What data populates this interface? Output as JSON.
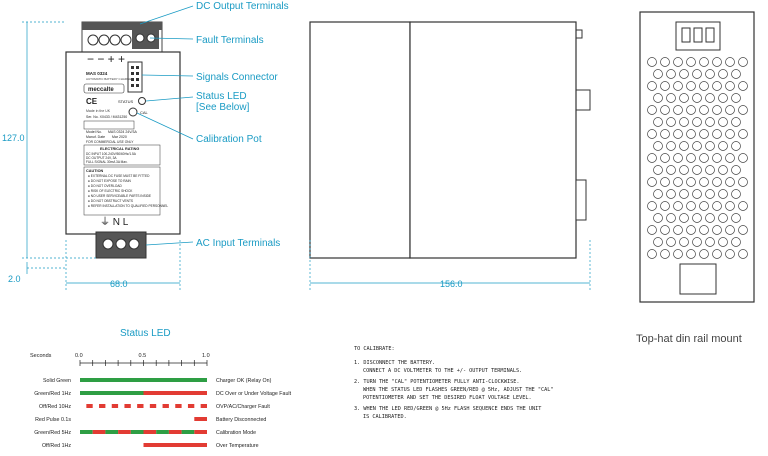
{
  "callouts": {
    "dc_output": "DC Output Terminals",
    "fault": "Fault Terminals",
    "signals": "Signals Connector",
    "status_led_1": "Status LED",
    "status_led_2": "[See Below]",
    "calibration": "Calibration Pot",
    "ac_input": "AC Input Terminals"
  },
  "dimensions": {
    "height": "127.0",
    "width_front": "68.0",
    "width_side": "156.0",
    "offset": "2.0"
  },
  "label_plate": {
    "brand": "meccalte",
    "model_line_1": "MAS 0324",
    "model_line_2": "AUTOMATIC BATTERY CHARGER",
    "made_in": "Made in the UK",
    "ser_no": "Ser. No. X0433 / M431250",
    "model_no_label": "Model No.",
    "model_no_value": "MAS 0324 24V/3A",
    "manuf_label": "Manuf. Date",
    "manuf_value": "Mar 2020",
    "commercial": "FOR COMMERCIAL USE ONLY",
    "rating_title": "ELECTRICAL RATING",
    "rating_rows": [
      "DC INPUT    100-240V/50/60Hz/1.5A",
      "DC OUTPUT   24V, 3A",
      "FULL SIGNAL 30mA 3A Max."
    ],
    "caution_title": "CAUTION",
    "caution_rows": [
      "EXTERNAL DC FUSE MUST BE FITTED",
      "DO NOT EXPOSE TO RAIN",
      "DO NOT OVERLOAD",
      "RISK OF ELECTRIC SHOCK",
      "NO USER SERVICEABLE PARTS INSIDE",
      "DO NOT OBSTRUCT VENTS",
      "REFER INSTALLATION TO QUALIFIED PERSONNEL"
    ],
    "status_label": "STATUS",
    "cal_label": "CAL",
    "terminal_marks": "− − + +",
    "ac_marks": "⏚ N L"
  },
  "top_view_caption": "Top-hat din rail mount",
  "status_led": {
    "title": "Status LED",
    "seconds_label": "Seconds",
    "ticks": [
      "0.0",
      "0.5",
      "1.0"
    ],
    "rows": [
      {
        "name": "Solid Green",
        "meaning": "Charger OK (Relay On)",
        "pattern": "solid-green"
      },
      {
        "name": "Green/Red 1Hz",
        "meaning": "DC Over or Under Voltage Fault",
        "pattern": "green-red-1hz"
      },
      {
        "name": "Off/Red 10Hz",
        "meaning": "OVP/AC/Charger Fault",
        "pattern": "off-red-10hz"
      },
      {
        "name": "Red Pulse 0.1s",
        "meaning": "Battery Disconnected",
        "pattern": "red-pulse"
      },
      {
        "name": "Green/Red 5Hz",
        "meaning": "Calibration Mode",
        "pattern": "green-red-5hz"
      },
      {
        "name": "Off/Red 1Hz",
        "meaning": "Over Temperature",
        "pattern": "off-red-1hz"
      }
    ],
    "colors": {
      "green": "#2e9e44",
      "red": "#e23b33"
    }
  },
  "calibrate": {
    "title": "TO CALIBRATE:",
    "steps": [
      "1. DISCONNECT THE BATTERY.",
      "CONNECT A DC VOLTMETER TO THE +/- OUTPUT TERMINALS.",
      "2. TURN THE \"CAL\" POTENTIOMETER FULLY ANTI-CLOCKWISE.",
      "WHEN THE STATUS LED FLASHES GREEN/RED @ 5Hz, ADJUST THE \"CAL\"",
      "POTENTIOMETER AND SET THE DESIRED FLOAT VOLTAGE LEVEL.",
      "3. WHEN THE LED RED/GREEN @ 5Hz FLASH SEQUENCE ENDS THE UNIT",
      "IS CALIBRATED."
    ]
  }
}
